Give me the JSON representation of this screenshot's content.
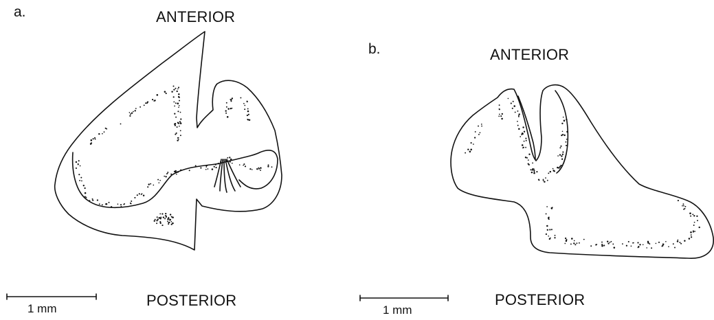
{
  "panels": [
    {
      "letter": "a.",
      "top_label": "ANTERIOR",
      "bottom_label": "POSTERIOR",
      "scale_label": "1 mm"
    },
    {
      "letter": "b.",
      "top_label": "ANTERIOR",
      "bottom_label": "POSTERIOR",
      "scale_label": "1 mm"
    }
  ]
}
